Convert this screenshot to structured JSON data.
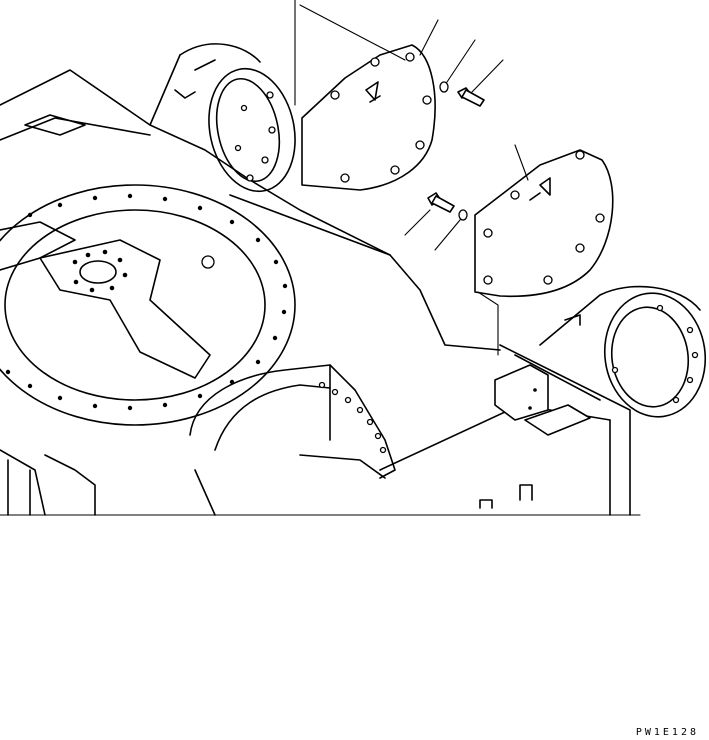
{
  "figure": {
    "drawing_code": "PW1E128"
  },
  "parts": [
    {
      "id": "cover-rear"
    },
    {
      "id": "washer-rear"
    },
    {
      "id": "bolt-rear"
    },
    {
      "id": "cover-front"
    },
    {
      "id": "bolt-front"
    },
    {
      "id": "washer-front"
    }
  ]
}
